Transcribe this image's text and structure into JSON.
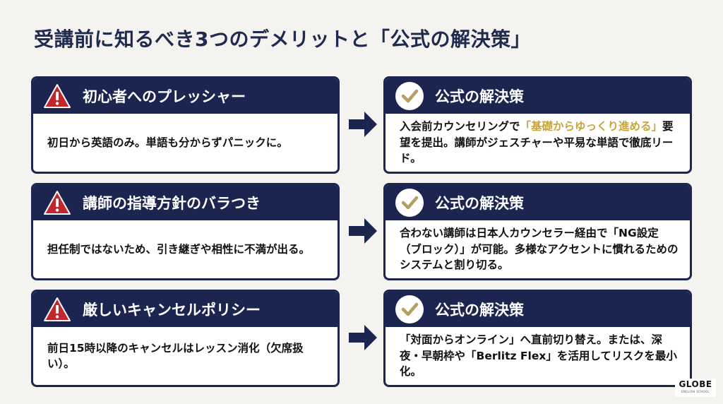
{
  "title": "受講前に知るべき3つのデメリットと「公式の解決策」",
  "rows": [
    {
      "problem": {
        "heading": "初心者へのプレッシャー",
        "text": "初日から英語のみ。単語も分からずパニックに。"
      },
      "solution": {
        "heading": "公式の解決策",
        "text_before": "入会前カウンセリングで",
        "text_highlight": "「基礎からゆっくり進める」",
        "text_after": "要望を提出。講師がジェスチャーや平易な単語で徹底リード。"
      }
    },
    {
      "problem": {
        "heading": "講師の指導方針のバラつき",
        "text": "担任制ではないため、引き継ぎや相性に不満が出る。"
      },
      "solution": {
        "heading": "公式の解決策",
        "text_before": "合わない講師は日本人カウンセラー経由で「NG設定　（ブロック）」が可能。多様なアクセントに慣れるためのシステムと割り切る。",
        "text_highlight": "",
        "text_after": ""
      }
    },
    {
      "problem": {
        "heading": "厳しいキャンセルポリシー",
        "text": "前日15時以降のキャンセルはレッスン消化（欠席扱い）。"
      },
      "solution": {
        "heading": "公式の解決策",
        "text_before": "「対面からオンライン」へ直前切り替え。または、深夜・早朝枠や「Berlitz Flex」を活用してリスクを最小化。",
        "text_highlight": "",
        "text_after": ""
      }
    }
  ],
  "logo": {
    "main": "GLOBE",
    "sub": "ENGLISH SCHOOL"
  },
  "colors": {
    "navy": "#1b2550",
    "warning_red": "#c0272d",
    "check_gold": "#b5a060",
    "highlight": "#c9a43a"
  },
  "icons": {
    "problem": "warning-icon",
    "solution": "check-icon",
    "connector": "arrow-right-icon"
  }
}
